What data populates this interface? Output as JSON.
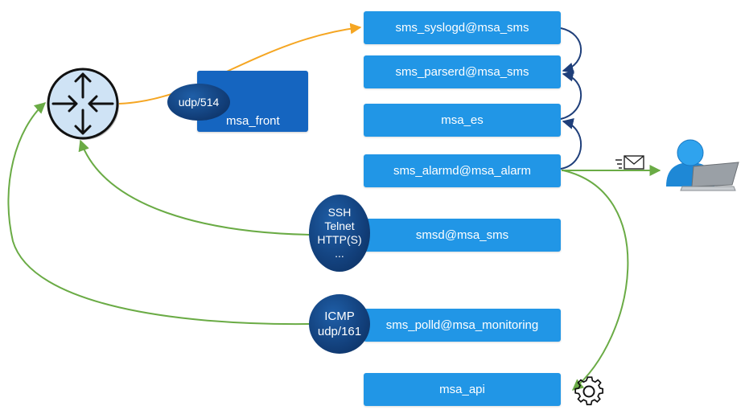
{
  "colors": {
    "service_box": "#2196e6",
    "front_box": "#1565c0",
    "syslog_arrow": "#f5a623",
    "chain_arrow": "#1f3f7a",
    "return_arrow": "#6aab45",
    "router_fill": "#cfe3f5"
  },
  "router": {
    "icon": "router-icon"
  },
  "msa_front": {
    "label": "msa_front",
    "port": "udp/514"
  },
  "services": {
    "syslogd": "sms_syslogd@msa_sms",
    "parserd": "sms_parserd@msa_sms",
    "es": "msa_es",
    "alarmd": "sms_alarmd@msa_alarm",
    "smsd": "smsd@msa_sms",
    "polld": "sms_polld@msa_monitoring",
    "api": "msa_api"
  },
  "protocols_cli": {
    "line1": "SSH",
    "line2": "Telnet",
    "line3": "HTTP(S)",
    "line4": "..."
  },
  "protocols_poll": {
    "line1": "ICMP",
    "line2": "udp/161"
  },
  "icons": {
    "email": "email-icon",
    "user": "user-laptop-icon",
    "gear": "gear-icon"
  }
}
